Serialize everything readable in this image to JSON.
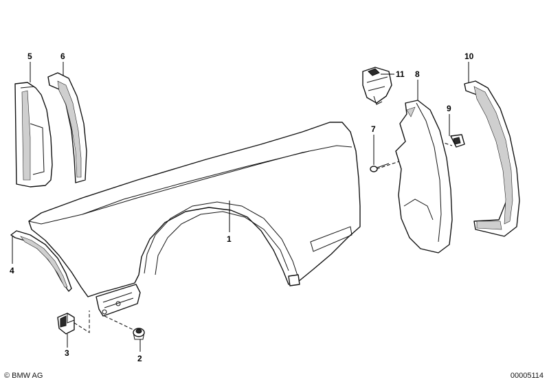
{
  "callouts": [
    {
      "id": "1",
      "label": "1"
    },
    {
      "id": "2",
      "label": "2"
    },
    {
      "id": "3",
      "label": "3"
    },
    {
      "id": "4",
      "label": "4"
    },
    {
      "id": "5",
      "label": "5"
    },
    {
      "id": "6",
      "label": "6"
    },
    {
      "id": "7",
      "label": "7"
    },
    {
      "id": "8",
      "label": "8"
    },
    {
      "id": "9",
      "label": "9"
    },
    {
      "id": "10",
      "label": "10"
    },
    {
      "id": "11",
      "label": "11"
    }
  ],
  "footer": {
    "copyright": "© BMW AG",
    "doc_number": "00005114"
  },
  "colors": {
    "line": "#111111",
    "background": "#ffffff"
  }
}
